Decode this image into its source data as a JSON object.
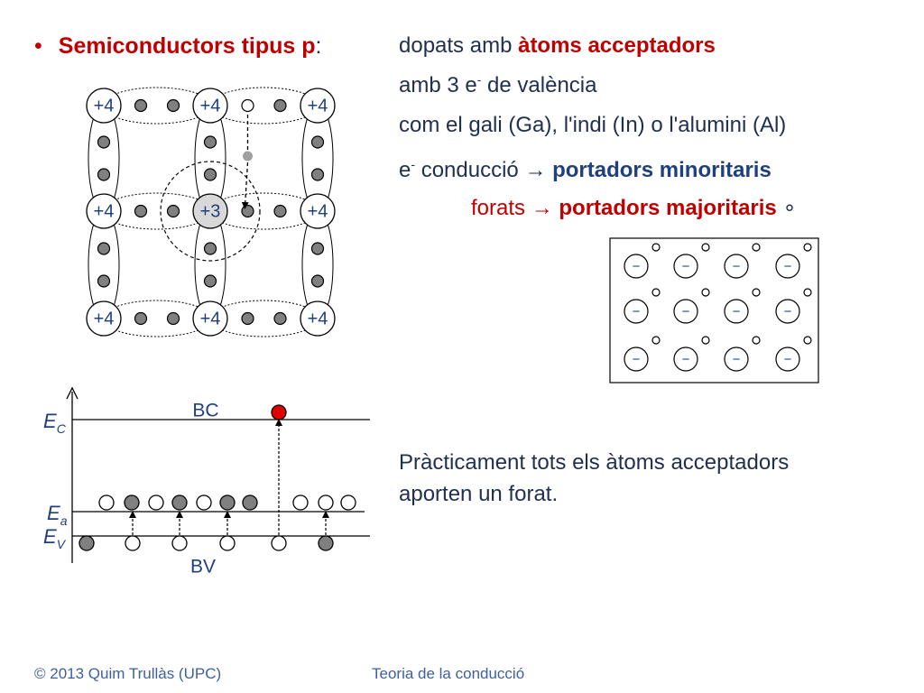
{
  "header": {
    "bullet": "•",
    "term": "Semiconductors tipus p",
    "colon": ":"
  },
  "description": {
    "line1_prefix": "dopats amb ",
    "line1_emph": "àtoms acceptadors",
    "line2_prefix": "amb 3 e",
    "line2_sup": "-",
    "line2_suffix": " de valència",
    "line3": "com el gali (Ga), l'indi (In) o l'alumini (Al)",
    "line4_e": "e",
    "line4_sup": "-",
    "line4_mid": " conducció ",
    "line4_arrow": "→",
    "line4_emph": " portadors minoritaris",
    "line5_prefix": "forats ",
    "line5_arrow": "→",
    "line5_emph": " portadors majoritaris",
    "line5_symbol": "∘"
  },
  "lattice": {
    "atom_label_regular": "+4",
    "atom_label_acceptor": "+3",
    "rows": [
      [
        "+4",
        "+4",
        "+4"
      ],
      [
        "+4",
        "+3",
        "+4"
      ],
      [
        "+4",
        "+4",
        "+4"
      ]
    ]
  },
  "crystal_box": {
    "ion_symbol": "−",
    "rows": 3,
    "cols": 4
  },
  "band_diagram": {
    "label_bc": "BC",
    "label_bv": "BV",
    "label_ec_main": "E",
    "label_ec_sub": "C",
    "label_ea_main": "E",
    "label_ea_sub": "a",
    "label_ev_main": "E",
    "label_ev_sub": "V",
    "acceptor_level_states": [
      "empty",
      "filled",
      "empty",
      "filled",
      "empty",
      "filled",
      "filled",
      "empty",
      "empty",
      "empty"
    ],
    "valence_states": [
      "filled",
      "empty",
      "empty",
      "empty",
      "empty",
      "filled"
    ],
    "colors": {
      "electron_conduction": "#e00000",
      "filled": "#808080"
    }
  },
  "conclusion": {
    "line1": "Pràcticament tots els àtoms acceptadors",
    "line2": "aporten un forat."
  },
  "footer": {
    "copyright": "© 2013 Quim Trullàs (UPC)",
    "course": "Teoria de la conducció"
  }
}
